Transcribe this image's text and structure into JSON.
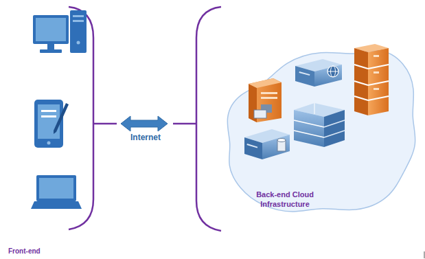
{
  "diagram": {
    "nodes": [
      {
        "text": [
          "Back-end Cloud Infrastructure"
        ]
      }
    ],
    "labels": [
      "Internet",
      "Front-end"
    ]
  }
}
